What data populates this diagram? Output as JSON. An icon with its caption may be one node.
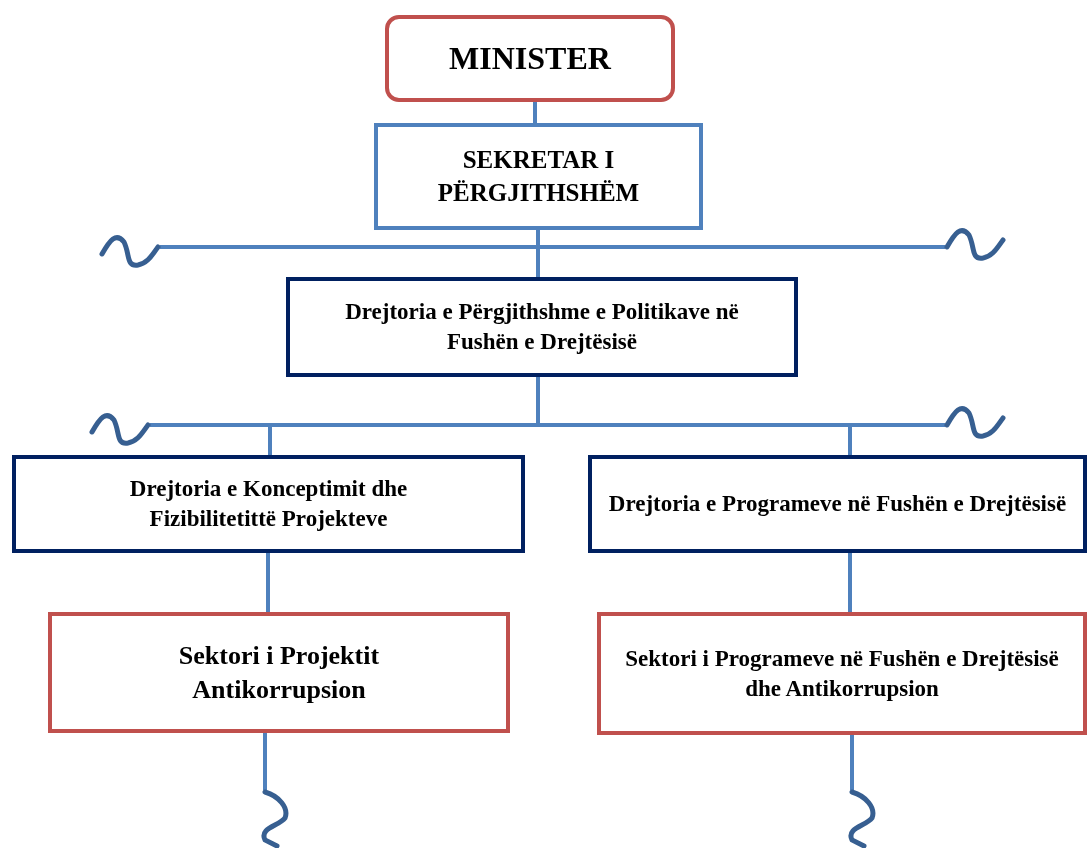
{
  "diagram": {
    "nodes": [
      {
        "text": [
          "MINISTER"
        ]
      },
      {
        "text": [
          "SEKRETAR I PËRGJITHSHËM"
        ]
      },
      {
        "text": [
          "Drejtoria e Përgjithshme e Politikave në Fushën e Drejtësisë"
        ]
      },
      {
        "text": [
          "Drejtoria e Konceptimit dhe Fizibilitetittë Projekteve"
        ]
      },
      {
        "text": [
          "Drejtoria e Programeve në Fushën e Drejtësisë"
        ]
      },
      {
        "text": [
          "Sektori i Projektit Antikorrupsion"
        ]
      },
      {
        "text": [
          "Sektori i Programeve në Fushën e Drejtësisë dhe Antikorrupsion"
        ]
      },
      {
        "text": [],
        "shape": "squiggle"
      },
      {
        "text": [],
        "shape": "squiggle"
      },
      {
        "text": [],
        "shape": "squiggle"
      },
      {
        "text": [],
        "shape": "squiggle"
      },
      {
        "text": [],
        "shape": "squiggle"
      },
      {
        "text": [],
        "shape": "squiggle"
      }
    ],
    "edges": [
      {
        "from": 0,
        "to": 1,
        "arrow": "none"
      },
      {
        "from": 1,
        "to": 7,
        "arrow": "none"
      },
      {
        "from": 1,
        "to": 8,
        "arrow": "none"
      },
      {
        "from": 1,
        "to": 2,
        "arrow": "none"
      },
      {
        "from": 2,
        "to": 9,
        "arrow": "none"
      },
      {
        "from": 2,
        "to": 10,
        "arrow": "none"
      },
      {
        "from": 2,
        "to": 3,
        "arrow": "none"
      },
      {
        "from": 2,
        "to": 4,
        "arrow": "none"
      },
      {
        "from": 3,
        "to": 5,
        "arrow": "none"
      },
      {
        "from": 4,
        "to": 6,
        "arrow": "none"
      },
      {
        "from": 5,
        "to": 11,
        "arrow": "none"
      },
      {
        "from": 6,
        "to": 12,
        "arrow": "none"
      }
    ]
  }
}
